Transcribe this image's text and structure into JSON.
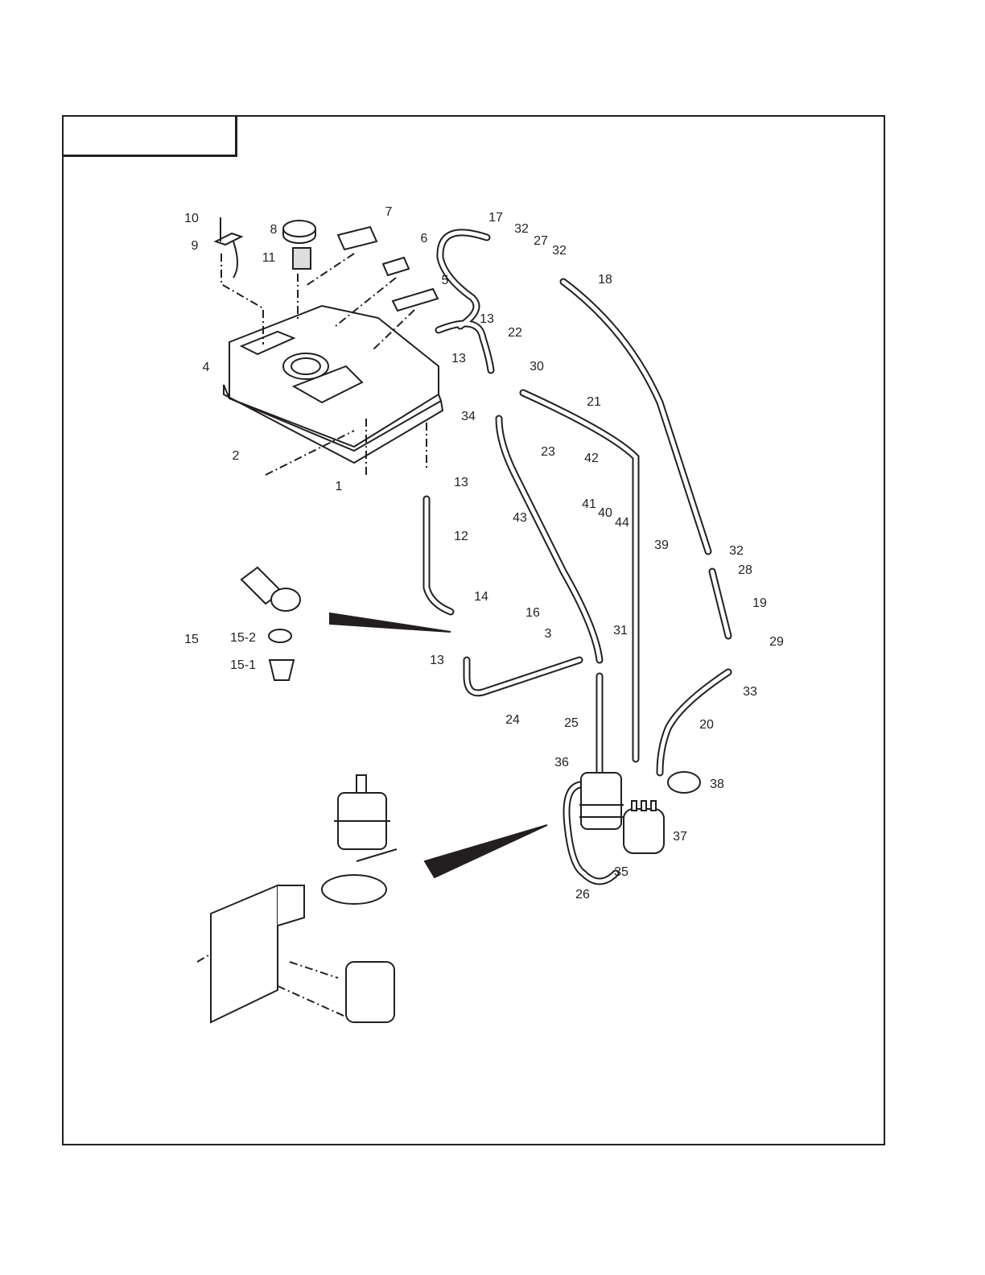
{
  "title_box": "",
  "callouts": [
    "10",
    "8",
    "7",
    "9",
    "11",
    "6",
    "5",
    "17",
    "32",
    "27",
    "32",
    "18",
    "13",
    "22",
    "13",
    "4",
    "30",
    "21",
    "34",
    "23",
    "42",
    "2",
    "1",
    "13",
    "41",
    "40",
    "44",
    "43",
    "12",
    "39",
    "32",
    "28",
    "19",
    "14",
    "16",
    "3",
    "31",
    "29",
    "15",
    "15-2",
    "15-1",
    "13",
    "33",
    "24",
    "25",
    "20",
    "36",
    "38",
    "37",
    "35",
    "26"
  ],
  "colors": {
    "line": "#231f20",
    "background": "#ffffff"
  }
}
